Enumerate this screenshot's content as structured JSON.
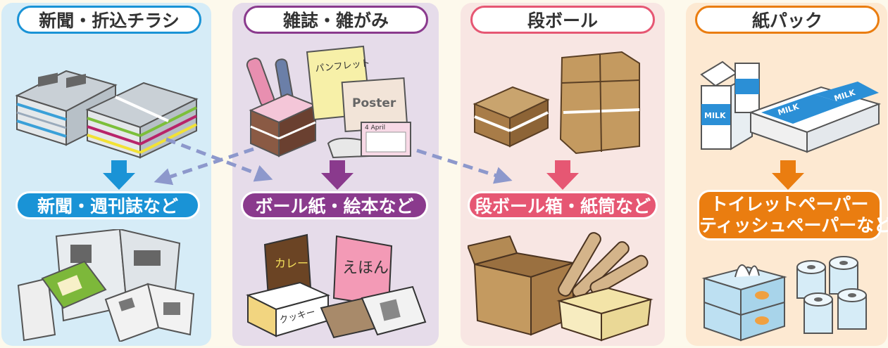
{
  "categories": [
    {
      "id": "news",
      "title": "新聞・折込チラシ",
      "result": "新聞・週刊誌など",
      "color": "#1a93d6"
    },
    {
      "id": "mag",
      "title": "雑誌・雑がみ",
      "result": "ボール紙・絵本など",
      "color": "#8a3a8d"
    },
    {
      "id": "card",
      "title": "段ボール",
      "result": "段ボール箱・紙筒など",
      "color": "#e65773"
    },
    {
      "id": "pack",
      "title": "紙パック",
      "result_line1": "トイレットペーパー",
      "result_line2": "ティッシュペーパーなど",
      "color": "#ea7d10"
    }
  ],
  "labels": {
    "pamphlet": "パンフレット",
    "poster": "Poster",
    "calendar": "4 April",
    "milk": "MILK",
    "curry": "カレー",
    "ehon": "えほん",
    "cookie": "クッキー"
  },
  "colors": {
    "dashed_arrow": "#8d98cc"
  }
}
